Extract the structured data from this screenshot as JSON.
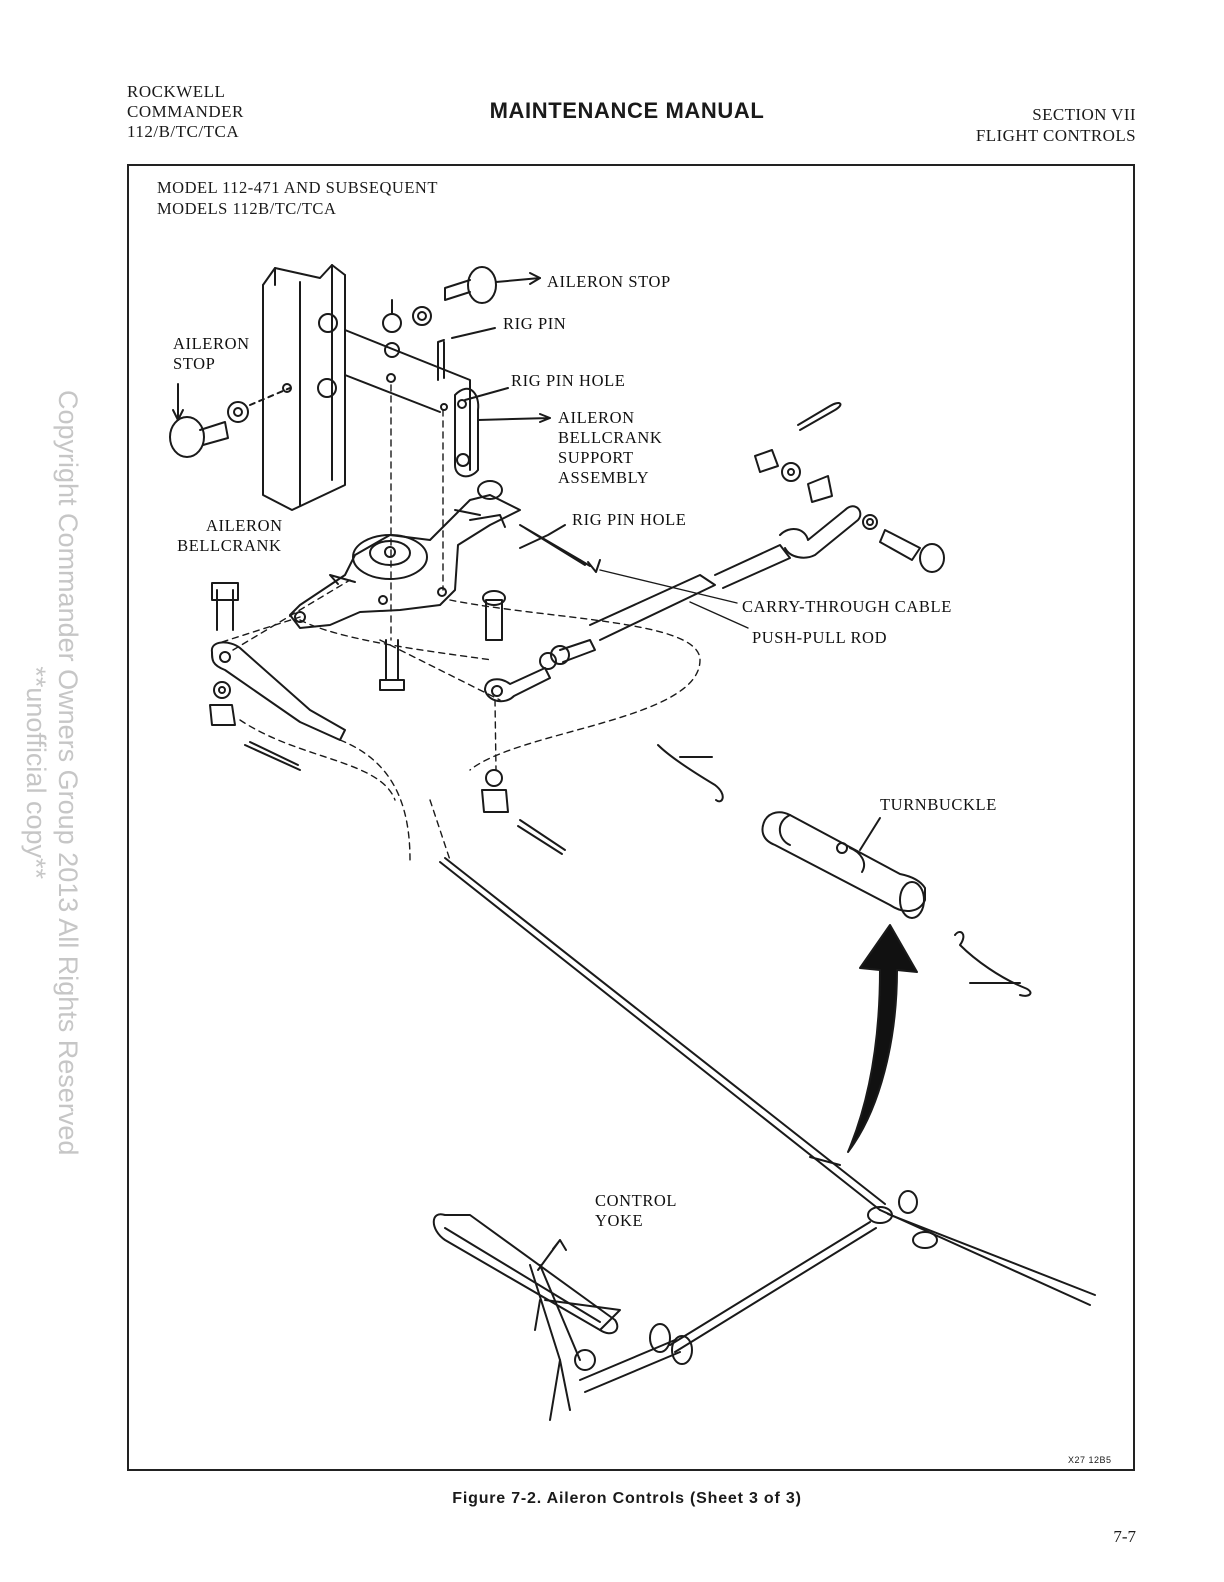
{
  "header": {
    "left_lines": [
      "ROCKWELL",
      "COMMANDER",
      "112/B/TC/TCA"
    ],
    "title": "MAINTENANCE MANUAL",
    "right_lines": [
      "SECTION VII",
      "FLIGHT CONTROLS"
    ]
  },
  "figure": {
    "model_note": [
      "MODEL 112-471 AND SUBSEQUENT",
      "MODELS 112B/TC/TCA"
    ],
    "labels": {
      "aileron_stop_top": "AILERON STOP",
      "rig_pin": "RIG PIN",
      "aileron_stop_left": [
        "AILERON",
        "STOP"
      ],
      "rig_pin_hole_top": "RIG PIN HOLE",
      "support_assembly": [
        "AILERON",
        "BELLCRANK",
        "SUPPORT",
        "ASSEMBLY"
      ],
      "aileron_bellcrank": [
        "AILERON",
        "BELLCRANK"
      ],
      "rig_pin_hole_mid": "RIG PIN HOLE",
      "carry_through_cable": "CARRY-THROUGH CABLE",
      "push_pull_rod": "PUSH-PULL ROD",
      "turnbuckle": "TURNBUCKLE",
      "control_yoke": [
        "CONTROL",
        "YOKE"
      ]
    },
    "code": "X27 12B5",
    "caption": "Figure 7-2. Aileron Controls (Sheet 3 of 3)"
  },
  "page_number": "7-7",
  "watermark": [
    "Copyright Commander Owners Group 2013 All Rights Reserved",
    "**unofficial copy**"
  ]
}
